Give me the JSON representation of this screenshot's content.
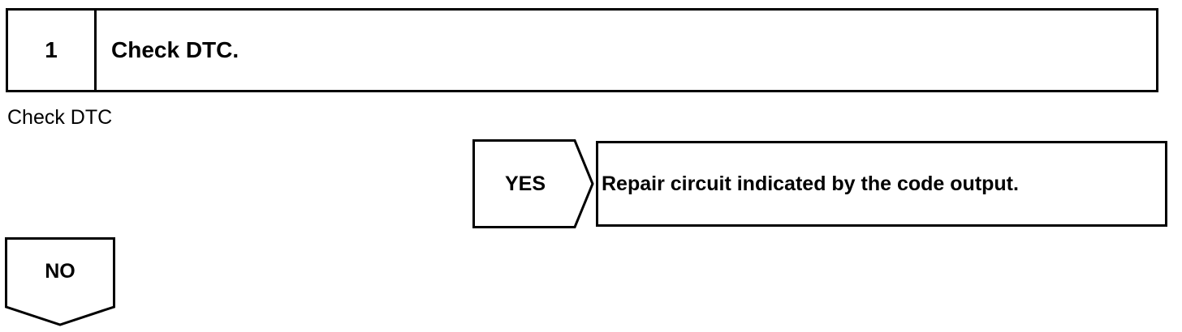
{
  "step": {
    "number": "1",
    "title": "Check DTC."
  },
  "instruction": "Check DTC",
  "yes_branch": {
    "label": "YES",
    "result": "Repair circuit indicated by the code output."
  },
  "no_branch": {
    "label": "NO"
  }
}
